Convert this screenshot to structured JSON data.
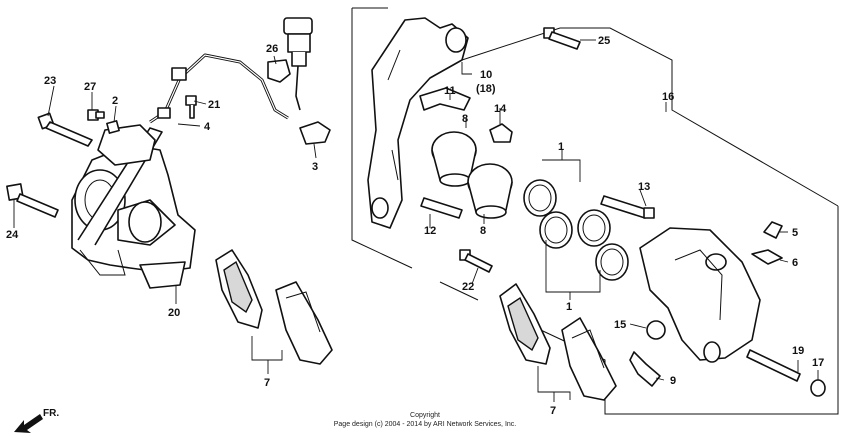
{
  "callouts": {
    "c1a": "1",
    "c1b": "1",
    "c2": "2",
    "c3": "3",
    "c4": "4",
    "c5": "5",
    "c6": "6",
    "c7a": "7",
    "c7b": "7",
    "c8a": "8",
    "c8b": "8",
    "c9": "9",
    "c10": "10",
    "c18": "(18)",
    "c11": "11",
    "c12": "12",
    "c13": "13",
    "c14": "14",
    "c15": "15",
    "c16": "16",
    "c17": "17",
    "c19": "19",
    "c20": "20",
    "c21": "21",
    "c22": "22",
    "c23": "23",
    "c24": "24",
    "c25": "25",
    "c26": "26",
    "c27": "27"
  },
  "direction_label": "FR.",
  "copyright_title": "Copyright",
  "copyright_notice": "Page design (c) 2004 - 2014 by ARI Network Services, Inc."
}
